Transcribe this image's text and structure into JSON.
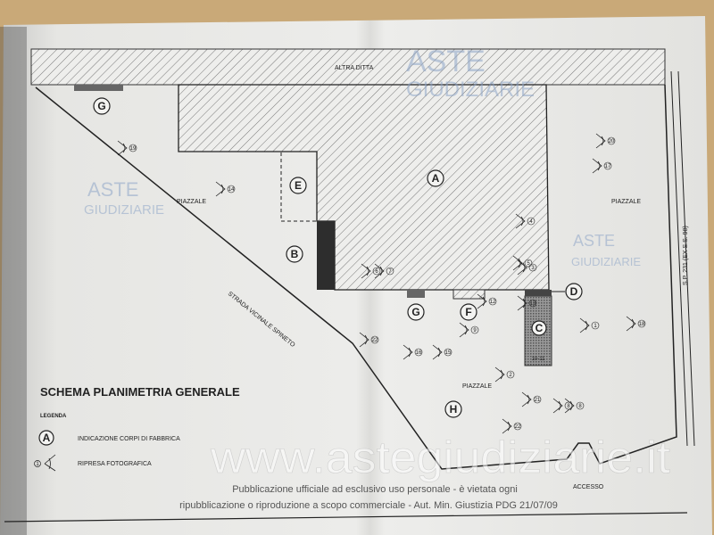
{
  "plan": {
    "top_label": "ALTRA DITTA",
    "road_right": "S.P. 231 (EX S.S. 98)",
    "road_left": "STRADA VICINALE SPINETO",
    "areas": [
      "PIAZZALE",
      "PIAZZALE",
      "PIAZZALE"
    ],
    "access": "ACCESSO",
    "bodies": [
      "A",
      "B",
      "C",
      "D",
      "E",
      "F",
      "G",
      "G",
      "H"
    ],
    "photo_points": [
      "1",
      "2",
      "3",
      "4",
      "5",
      "6",
      "7",
      "8",
      "9",
      "12",
      "13",
      "14",
      "15",
      "16",
      "17",
      "18",
      "19",
      "20",
      "21",
      "22",
      "8",
      "10-11"
    ]
  },
  "title": {
    "heading": "SCHEMA PLANIMETRIA GENERALE",
    "legend_label": "LEGENDA",
    "legend": [
      {
        "symbol": "A",
        "text": "INDICAZIONE CORPI DI FABBRICA"
      },
      {
        "symbol": "1",
        "text": "RIPRESA FOTOGRAFICA"
      }
    ]
  },
  "watermark": {
    "main": "www.astegiudiziarie.it",
    "logo_top": "ASTE",
    "logo_bottom": "GIUDIZIARIE",
    "notice_line1": "Pubblicazione ufficiale ad esclusivo uso personale - è vietata ogni",
    "notice_line2": "ripubblicazione o riproduzione a scopo commerciale - Aut. Min. Giustizia PDG 21/07/09"
  }
}
